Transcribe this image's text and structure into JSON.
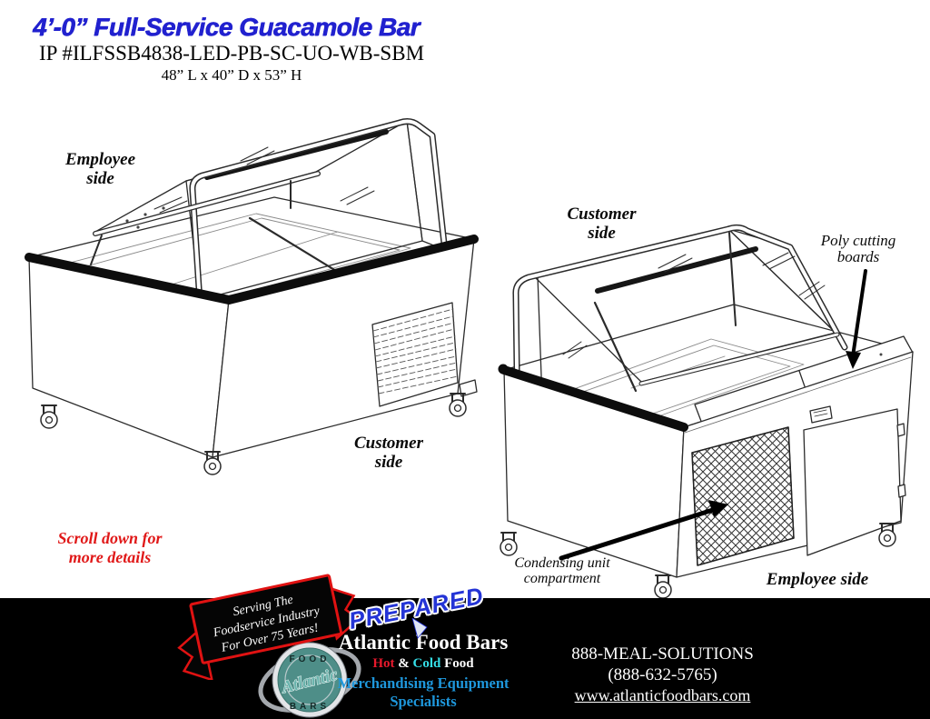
{
  "header": {
    "title": "4’-0” Full-Service Guacamole Bar",
    "model": "IP #ILFSSB4838-LED-PB-SC-UO-WB-SBM",
    "dimensions": "48” L x 40” D x 53” H"
  },
  "labels": {
    "left_employee": {
      "l1": "Employee",
      "l2": "side"
    },
    "left_customer": {
      "l1": "Customer",
      "l2": "side"
    },
    "right_customer": {
      "l1": "Customer",
      "l2": "side"
    },
    "poly": {
      "l1": "Poly cutting",
      "l2": "boards"
    },
    "condensing": {
      "l1": "Condensing unit",
      "l2": "compartment"
    },
    "right_employee": "Employee side",
    "scroll": {
      "l1": "Scroll down for",
      "l2": "more details"
    }
  },
  "footer": {
    "ribbon": {
      "l1": "Serving The",
      "l2": "Foodservice Industry",
      "l3": "For Over 75 Years!"
    },
    "prepared": "PREPARED",
    "logo": {
      "arc_top": "FOOD",
      "name": "Atlantic",
      "arc_bottom": "BARS"
    },
    "company_name": "Atlantic Food Bars",
    "tagline1": {
      "hot": "Hot",
      "amp": " & ",
      "cold": "Cold",
      "food": " Food"
    },
    "tagline2": "Merchandising Equipment",
    "tagline3": "Specialists",
    "phone_vanity": "888-MEAL-SOLUTIONS",
    "phone": "(888-632-5765)",
    "website": "www.atlanticfoodbars.com"
  },
  "colors": {
    "title_blue": "#2121cf",
    "scroll_red": "#e01818",
    "ribbon_red": "#e01212",
    "prepared_blue": "#2434d6",
    "hot_red": "#e8192c",
    "cold_cyan": "#35dfe8",
    "tagline_blue": "#1e97dc",
    "logo_teal": "#4e8e88",
    "footer_bg": "#000000"
  }
}
